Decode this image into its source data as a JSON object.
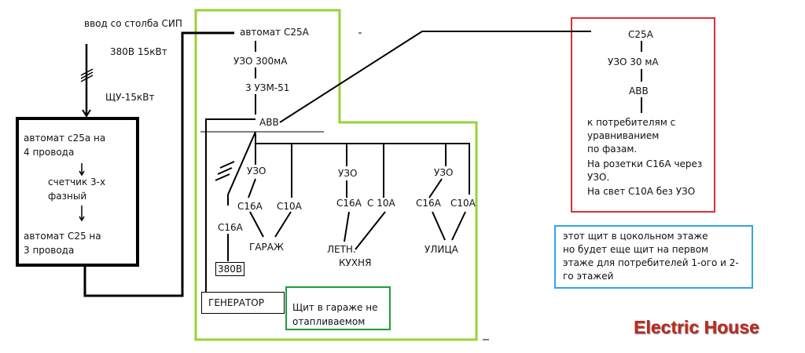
{
  "input": {
    "label": "ввод со столба СИП",
    "power": "380В 15кВт",
    "panel": "ЩУ-15кВт"
  },
  "input_box": {
    "line1": "автомат с25а на",
    "line2": "4 провода",
    "line3": "счетчик 3-х",
    "line4": "фазный",
    "line5": "автомат С25 на",
    "line6": "3 провода"
  },
  "main_panel": {
    "breaker": "автомат С25А",
    "rcd": "УЗО 300мА",
    "voltage_relay": "3 УЗМ-51",
    "abb": "ABB"
  },
  "branches": {
    "gen_breaker": "С16А",
    "gen_voltage": "380В",
    "generator": "ГЕНЕРАТОР",
    "garage_rcd": "УЗО",
    "garage_c16": "С16А",
    "garage_c10": "С10А",
    "garage": "ГАРАЖ",
    "kitchen_rcd": "УЗО",
    "kitchen_c16": "С16А",
    "kitchen_c10": "С 10А",
    "kitchen_line1": "ЛЕТН.",
    "kitchen_line2": "КУХНЯ",
    "street_rcd": "УЗО",
    "street_c16": "С16А",
    "street_c10": "С10А",
    "street": "УЛИЦА"
  },
  "garage_note": {
    "line1": "Щит в гараже не",
    "line2": "отапливаемом"
  },
  "red_panel": {
    "breaker": "С25А",
    "rcd": "УЗО 30 мА",
    "abb": "АВВ",
    "line1": "к потребителям с",
    "line2": "уравниванием",
    "line3": "по фазам.",
    "line4": "На розетки С16А через",
    "line5": "УЗО.",
    "line6": "На свет С10А без УЗО"
  },
  "blue_note": {
    "line1": "этот щит в цокольном этаже",
    "line2": "но будет еще щит на первом",
    "line3": "этаже для потребителей 1-ого и 2-",
    "line4": "го этажей"
  },
  "brand": "Electric House",
  "colors": {
    "garage_border": "#99d13a",
    "red_border": "#d8303a",
    "blue_border": "#2ea7e0",
    "green_note_border": "#1f9d3a",
    "brand": "#c0281d"
  }
}
